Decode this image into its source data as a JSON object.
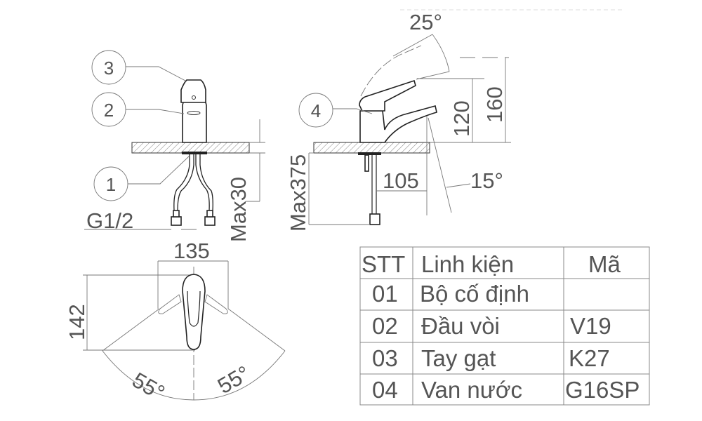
{
  "callouts": {
    "c1": "1",
    "c2": "2",
    "c3": "3",
    "c4": "4"
  },
  "dimensions": {
    "thread": "G1/2",
    "max_thickness": "Max30",
    "max_hose": "Max375",
    "lever_angle": "25°",
    "spout_height": "120",
    "total_height": "160",
    "spout_reach": "105",
    "spout_angle": "15°",
    "width": "135",
    "depth": "142",
    "rotation_left": "55°",
    "rotation_right": "55°"
  },
  "parts_table": {
    "headers": [
      "STT",
      "Linh kiện",
      "Mã"
    ],
    "rows": [
      [
        "01",
        "Bộ cố định",
        ""
      ],
      [
        "02",
        "Đầu vòi",
        "V19"
      ],
      [
        "03",
        "Tay gạt",
        "K27"
      ],
      [
        "04",
        "Van nước",
        "G16SP"
      ]
    ]
  }
}
